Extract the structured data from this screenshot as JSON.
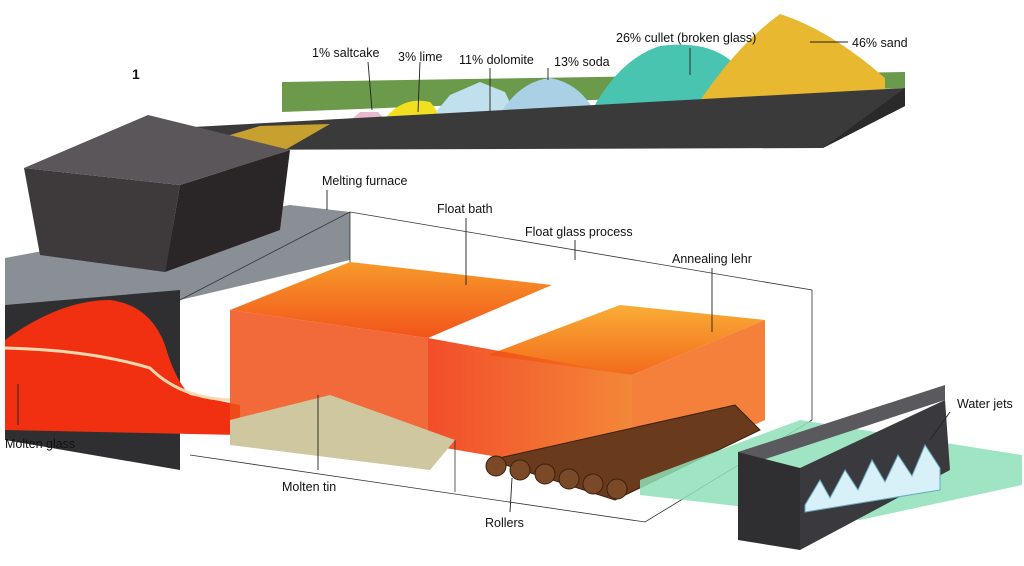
{
  "figure_number": "1",
  "ingredients": {
    "saltcake": "1% saltcake",
    "lime": "3% lime",
    "dolomite": "11% dolomite",
    "soda": "13% soda",
    "cullet": "26% cullet (broken glass)",
    "sand": "46% sand"
  },
  "stages": {
    "melting_furnace": "Melting furnace",
    "float_bath": "Float bath",
    "float_glass_process": "Float glass process",
    "annealing_lehr": "Annealing lehr",
    "water_jets": "Water jets"
  },
  "parts": {
    "molten_glass": "Molten glass",
    "molten_tin": "Molten tin",
    "rollers": "Rollers"
  },
  "colors": {
    "conveyor": "#3a3a3a",
    "conveyor_bed": "#6a9a4a",
    "saltcake": "#e8b8d0",
    "lime": "#f0e020",
    "dolomite": "#bfe0ec",
    "soda": "#a9d0e4",
    "cullet": "#48c4b0",
    "sand": "#e8b830",
    "hopper": "#3e3a3c",
    "furnace": "#4a4a4e",
    "molten_glass": "#f03010",
    "float_bath": "#f4701a",
    "annealing": "#f88a20",
    "tin": "#cfc7a0",
    "rollers": "#7a4a28",
    "glass_sheet": "#8fe0b8",
    "water": "#d8f0f8"
  }
}
